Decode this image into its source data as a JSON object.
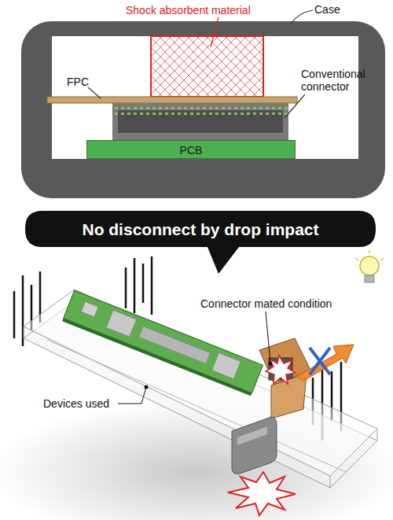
{
  "diagram": {
    "nodes": [
      {
        "text": [
          "PCB"
        ]
      },
      {
        "text": [
          "No disconnect by drop impact"
        ]
      }
    ],
    "labels": [
      "Shock absorbent material",
      "Case",
      "FPC",
      "Conventional connector",
      "Connector mated condition",
      "Devices used"
    ]
  }
}
